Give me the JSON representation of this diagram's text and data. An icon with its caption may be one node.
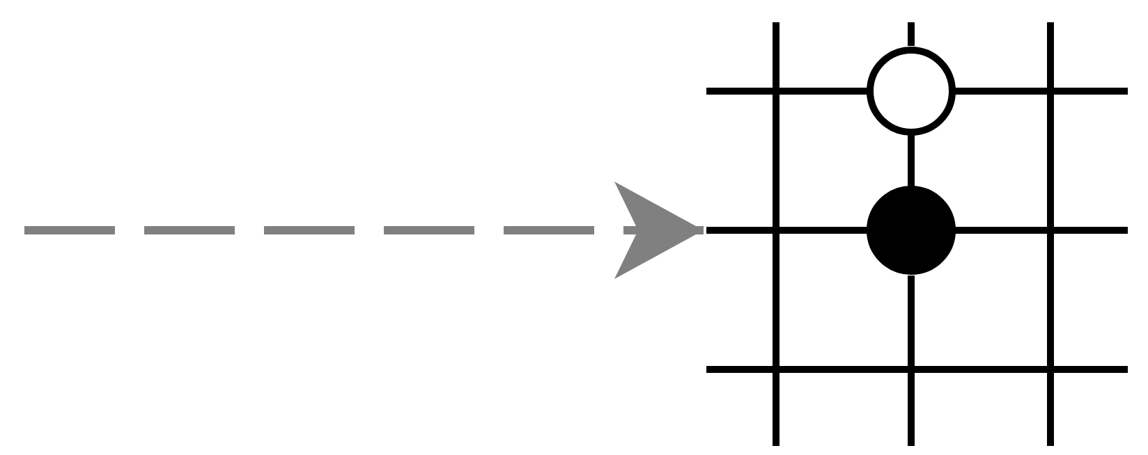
{
  "diagram": {
    "nodes": [
      {
        "text": [],
        "shape": "picture"
      },
      {
        "text": [],
        "shape": "circle",
        "in": 0
      },
      {
        "text": [],
        "shape": "circle",
        "in": 0
      }
    ],
    "edges": [
      {
        "from": null,
        "to": 0,
        "arrow": "to",
        "style": "dashed",
        "color": "#808080"
      },
      {
        "from": 1,
        "to": 2,
        "arrow": "none",
        "color": "#000000"
      }
    ]
  }
}
